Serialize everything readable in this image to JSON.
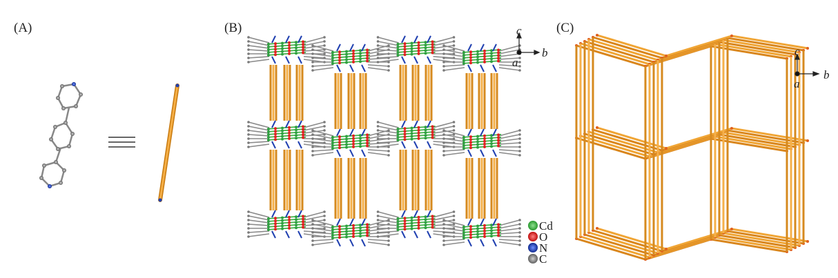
{
  "panels": {
    "a": {
      "label": "(A)",
      "equivalence_symbol": "≡",
      "molecule": "4,4'-bipyridine-type ligand",
      "simplified": "rod linker"
    },
    "b": {
      "label": "(B)",
      "axes": {
        "c": "c",
        "b": "b",
        "a": "a"
      }
    },
    "c": {
      "label": "(C)",
      "axes": {
        "c": "c",
        "b": "b",
        "a": "a"
      }
    }
  },
  "legend": [
    {
      "element": "Cd",
      "color": "#3cb043"
    },
    {
      "element": "O",
      "color": "#e02020"
    },
    {
      "element": "N",
      "color": "#1f3fb0"
    },
    {
      "element": "C",
      "color": "#808080"
    }
  ],
  "colors": {
    "rod": "#f0a030",
    "rod_dark": "#c77a10",
    "node": "#e06020",
    "carbon": "#8a8a8a",
    "nitrogen": "#2040b0"
  }
}
